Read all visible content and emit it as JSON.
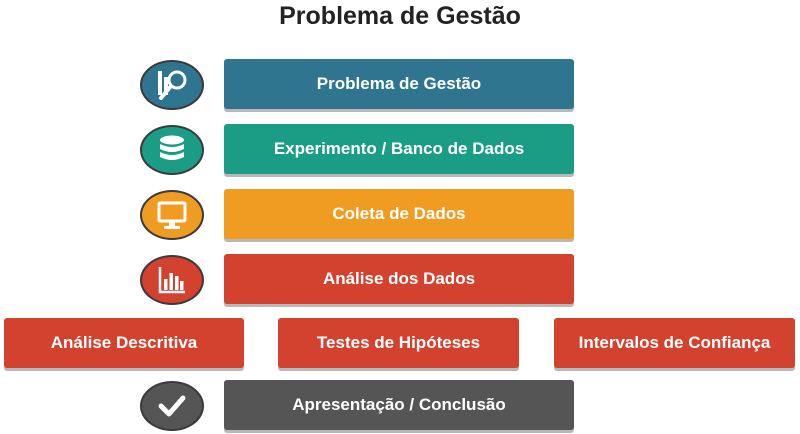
{
  "title": "Problema de Gestão",
  "steps": [
    {
      "label": "Problema de Gestão",
      "color": "#2f7590",
      "icon": "search-chart-icon"
    },
    {
      "label": "Experimento / Banco de Dados",
      "color": "#1b9c85",
      "icon": "database-icon"
    },
    {
      "label": "Coleta de Dados",
      "color": "#f09c22",
      "icon": "monitor-icon"
    },
    {
      "label": "Análise dos Dados",
      "color": "#d3412f",
      "icon": "bar-chart-icon"
    }
  ],
  "analysis_types": [
    {
      "label": "Análise Descritiva",
      "color": "#d3412f"
    },
    {
      "label": "Testes de Hipóteses",
      "color": "#d3412f"
    },
    {
      "label": "Intervalos de Confiança",
      "color": "#d3412f"
    }
  ],
  "final_step": {
    "label": "Apresentação / Conclusão",
    "color": "#555555",
    "icon": "checkmark-icon"
  }
}
